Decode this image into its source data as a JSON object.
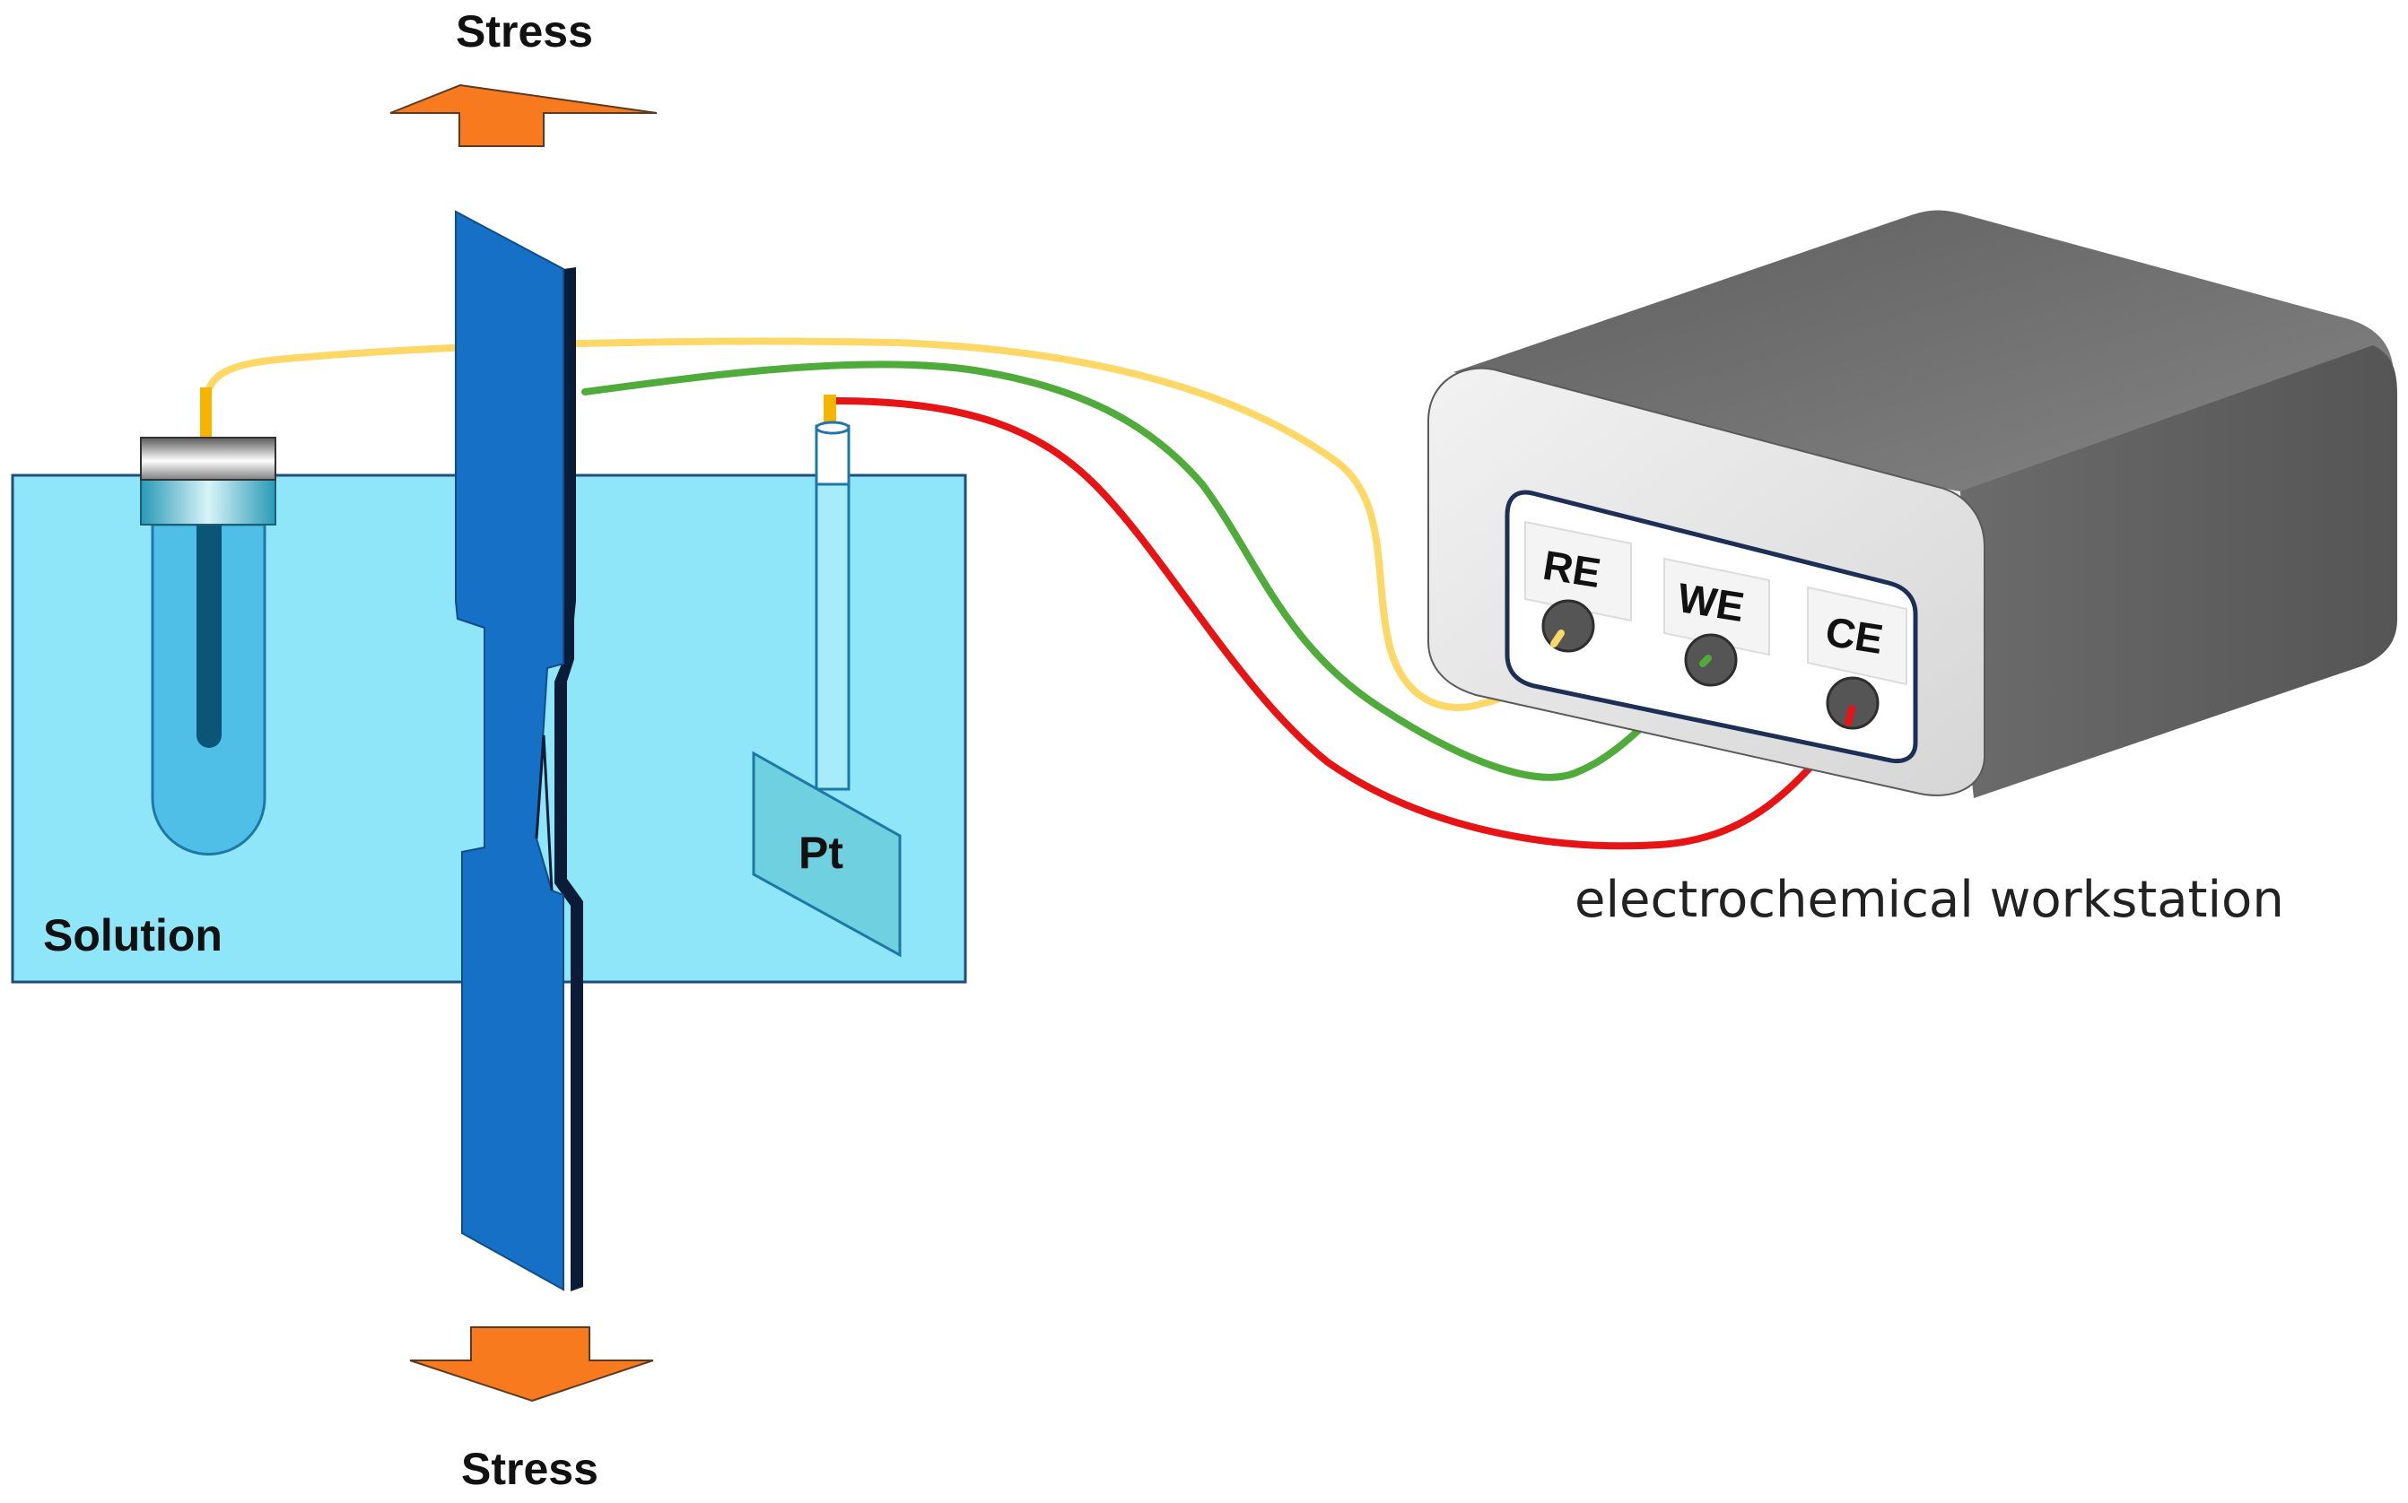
{
  "labels": {
    "stress_top": "Stress",
    "stress_bottom": "Stress",
    "solution": "Solution",
    "platinum": "Pt",
    "workstation": "electrochemical workstation"
  },
  "ports": [
    {
      "id": "re",
      "label": "RE"
    },
    {
      "id": "we",
      "label": "WE"
    },
    {
      "id": "ce",
      "label": "CE"
    }
  ],
  "colors": {
    "solution_fill": "#8fe6f8",
    "specimen": "#1570c6",
    "specimen_edge": "#0a1c38",
    "arrow": "#f77a1e",
    "wire_re": "#fdd866",
    "wire_we": "#4fab3a",
    "wire_ce": "#e61414",
    "workstation_body": "#757575",
    "workstation_front": "#e9e9e9",
    "panel_border": "#1e2f55"
  },
  "icons": {
    "stress_top": "arrow-up-icon",
    "stress_bottom": "arrow-down-icon"
  }
}
